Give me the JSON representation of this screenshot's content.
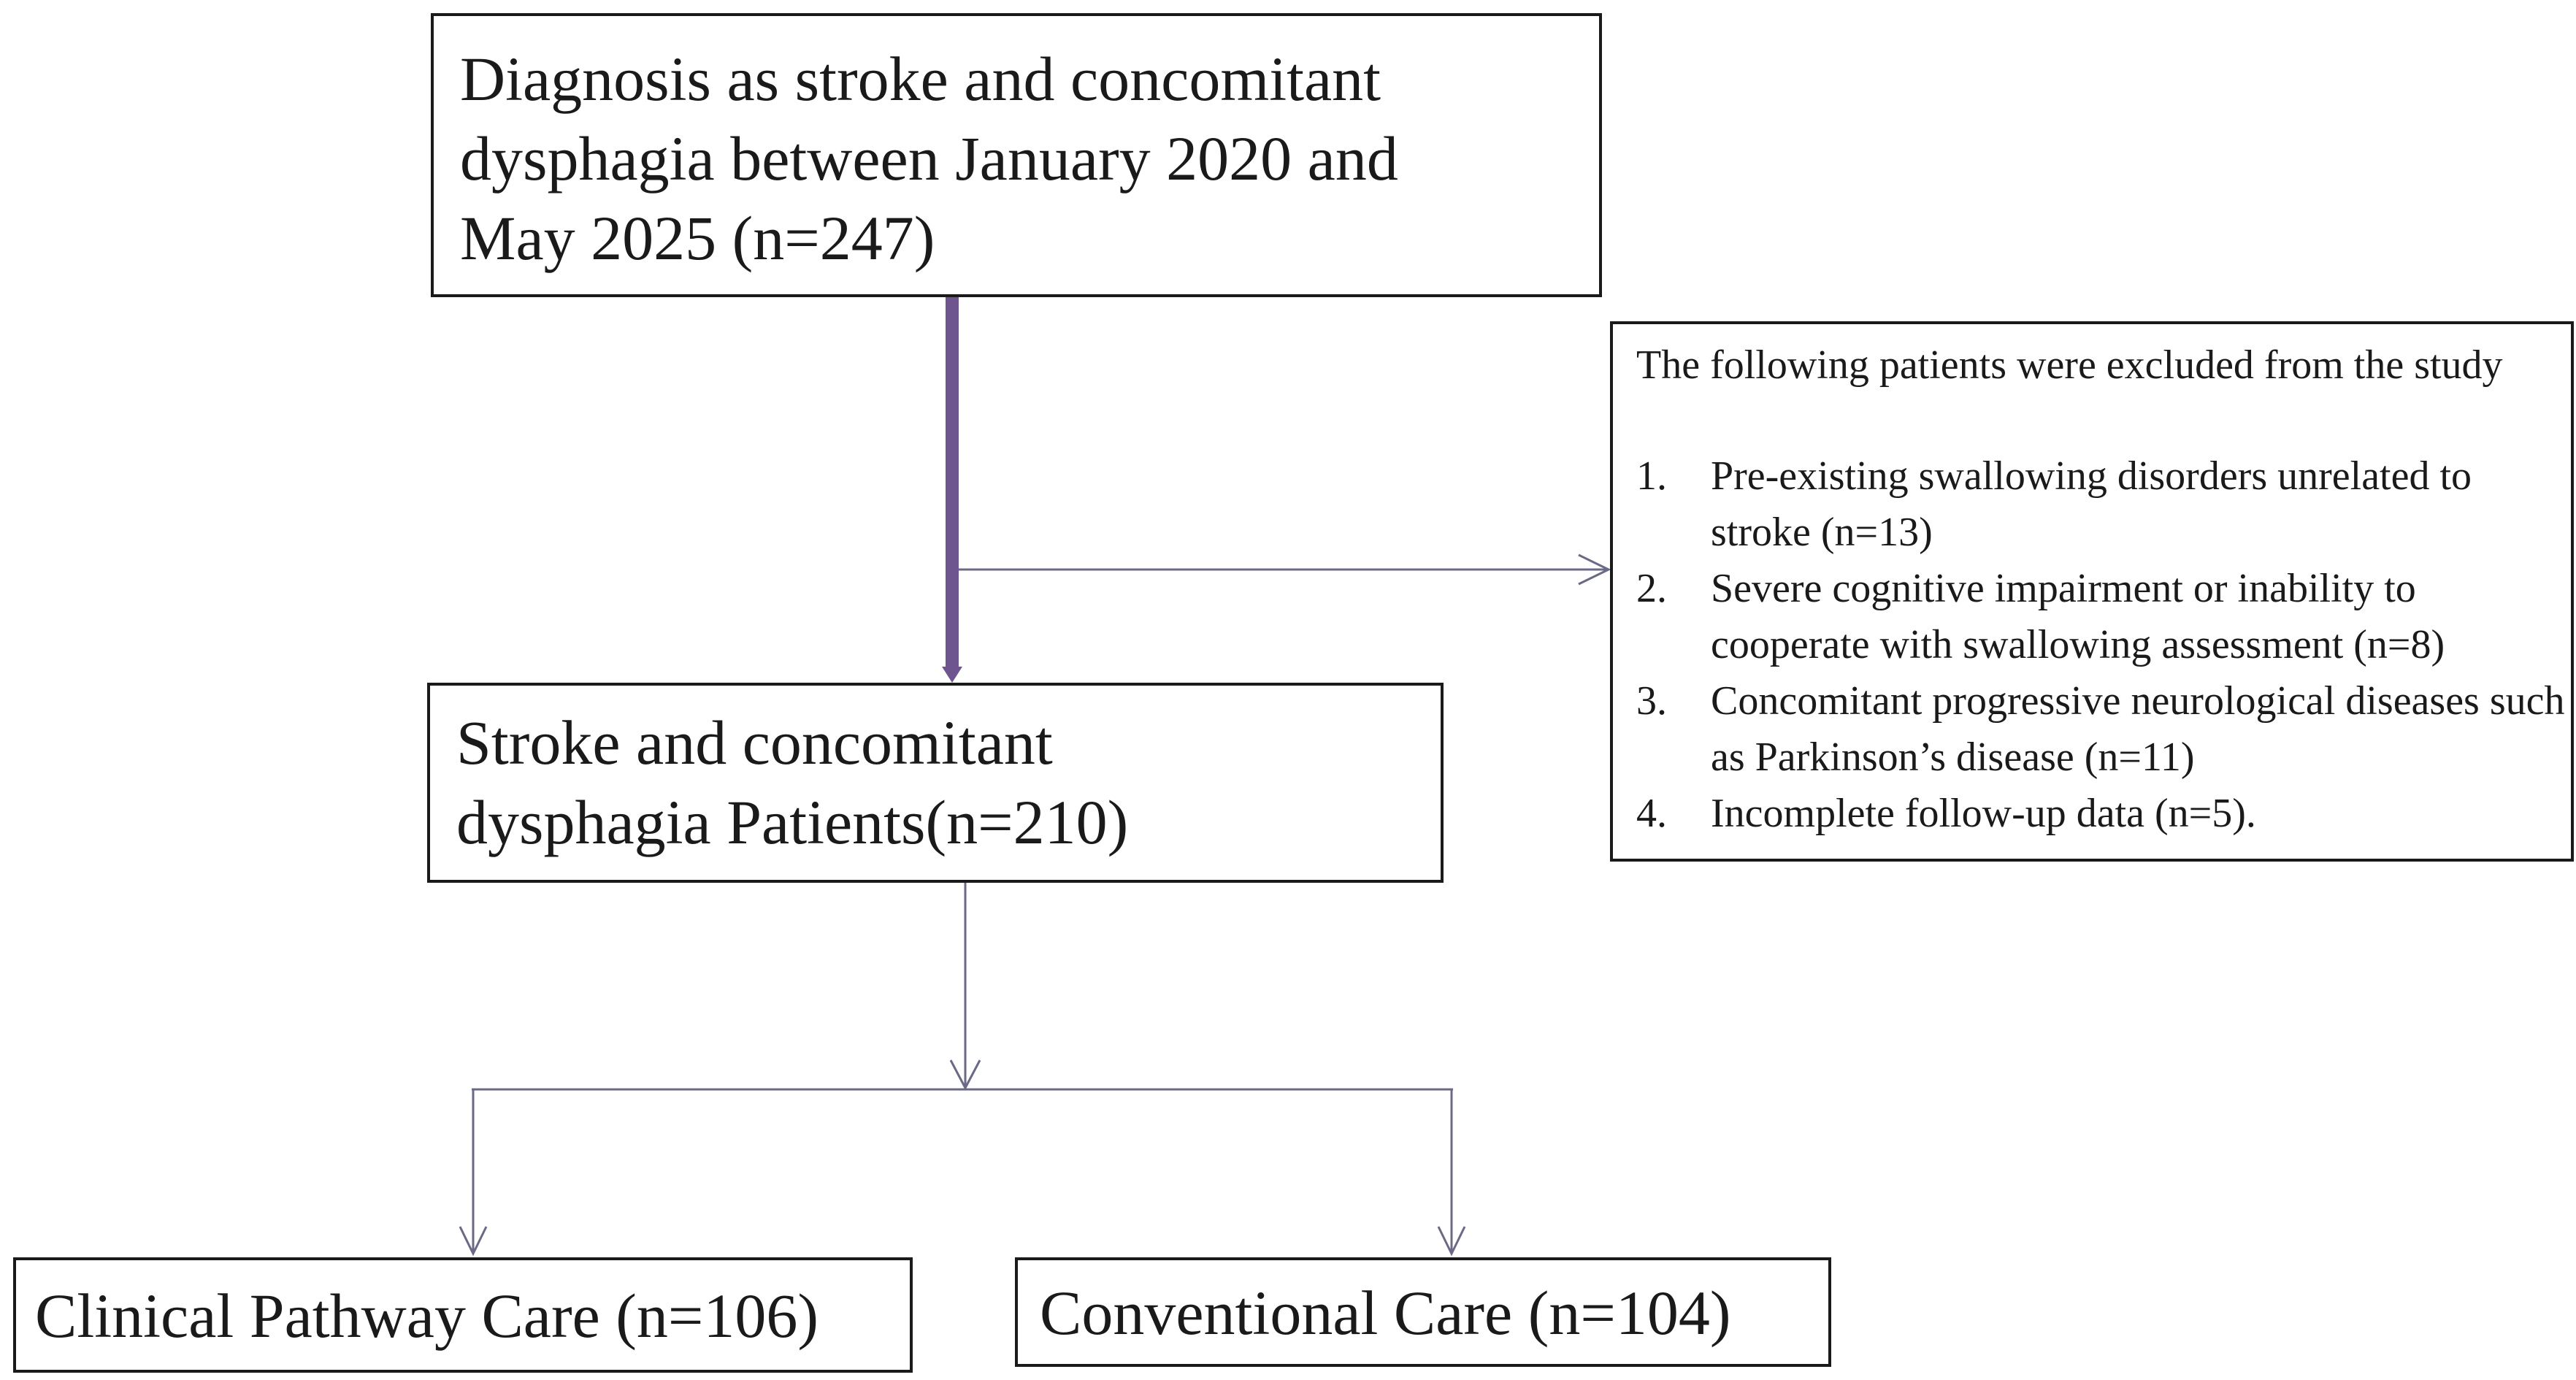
{
  "initial": {
    "text": "Diagnosis  as  stroke and concomitant\ndysphagia between January 2020 and\nMay 2025 (n=247)"
  },
  "exclusion": {
    "header": "The following  patients  were excluded  from  the study",
    "items": [
      {
        "num": "1.",
        "text": "Pre-existing  swallowing  disorders unrelated to stroke (n=13)"
      },
      {
        "num": "2.",
        "text": "Severe cognitive  impairment  or inability  to cooperate with swallowing assessment (n=8)"
      },
      {
        "num": "3.",
        "text": "Concomitant  progressive  neurological diseases  such  as Parkinson’s  disease  (n=11)"
      },
      {
        "num": "4.",
        "text": "Incomplete  follow-up  data (n=5)."
      }
    ]
  },
  "eligible": {
    "text": "Stroke and concomitant\ndysphagia Patients(n=210)"
  },
  "groups": {
    "a": {
      "text": "Clinical Pathway Care (n=106)"
    },
    "b": {
      "text": "Conventional Care (n=104)"
    }
  },
  "colors": {
    "main_arrow": "#6e5590",
    "connector": "#6a6a86",
    "box_border": "#1a1a1a"
  }
}
